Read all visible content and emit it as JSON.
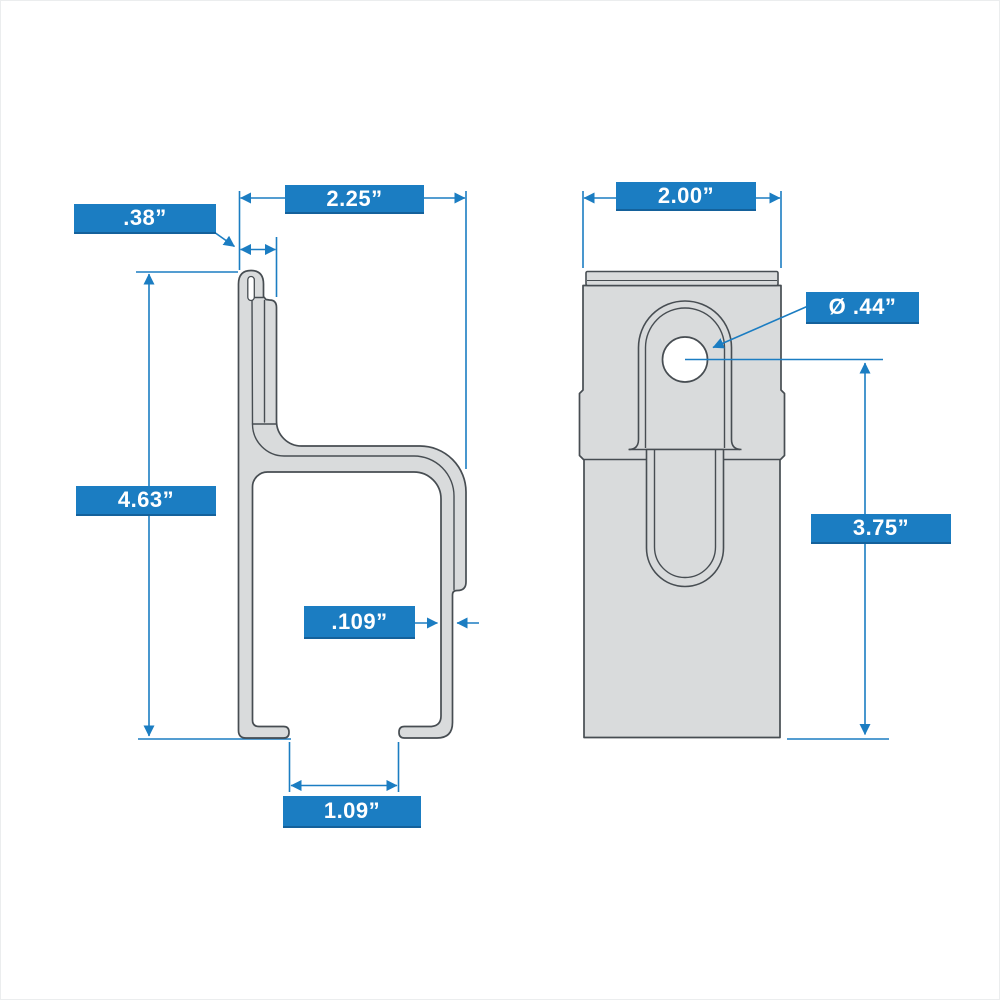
{
  "colors": {
    "accent_blue": "#1b7dc2",
    "accent_blue_dark": "#14619b",
    "part_fill": "#d9dbdc",
    "part_outline": "#474d52",
    "background": "#ffffff"
  },
  "dimensions": {
    "hem_offset": {
      "label": ".38”"
    },
    "depth": {
      "label": "2.25”"
    },
    "overall_height": {
      "label": "4.63”"
    },
    "material_thickness": {
      "label": ".109”"
    },
    "foot_gap": {
      "label": "1.09”"
    },
    "width": {
      "label": "2.00”"
    },
    "hole_diameter": {
      "label": "Ø .44”"
    },
    "hole_to_bottom": {
      "label": "3.75”"
    }
  }
}
